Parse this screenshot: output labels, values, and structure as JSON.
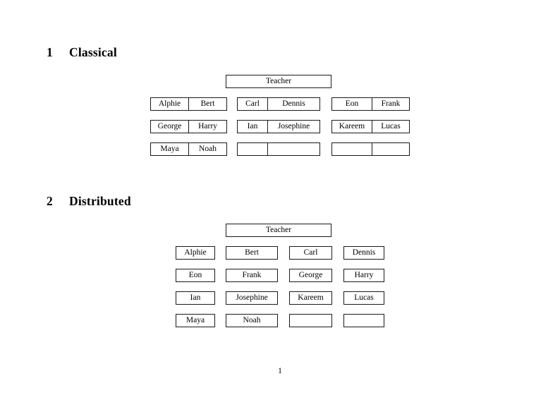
{
  "document": {
    "page_number": "1"
  },
  "sections": [
    {
      "number": "1",
      "title": "Classical",
      "teacher_label": "Teacher",
      "groups": [
        {
          "rows": [
            {
              "left": "Alphie",
              "right": "Bert"
            },
            {
              "left": "George",
              "right": "Harry"
            },
            {
              "left": "Maya",
              "right": "Noah"
            }
          ]
        },
        {
          "rows": [
            {
              "left": "Carl",
              "right": "Dennis"
            },
            {
              "left": "Ian",
              "right": "Josephine"
            },
            {
              "left": "",
              "right": ""
            }
          ]
        },
        {
          "rows": [
            {
              "left": "Eon",
              "right": "Frank"
            },
            {
              "left": "Kareem",
              "right": "Lucas"
            },
            {
              "left": "",
              "right": ""
            }
          ]
        }
      ]
    },
    {
      "number": "2",
      "title": "Distributed",
      "teacher_label": "Teacher",
      "rows": [
        [
          "Alphie",
          "Bert",
          "Carl",
          "Dennis"
        ],
        [
          "Eon",
          "Frank",
          "George",
          "Harry"
        ],
        [
          "Ian",
          "Josephine",
          "Kareem",
          "Lucas"
        ],
        [
          "Maya",
          "Noah",
          "",
          ""
        ]
      ]
    }
  ]
}
